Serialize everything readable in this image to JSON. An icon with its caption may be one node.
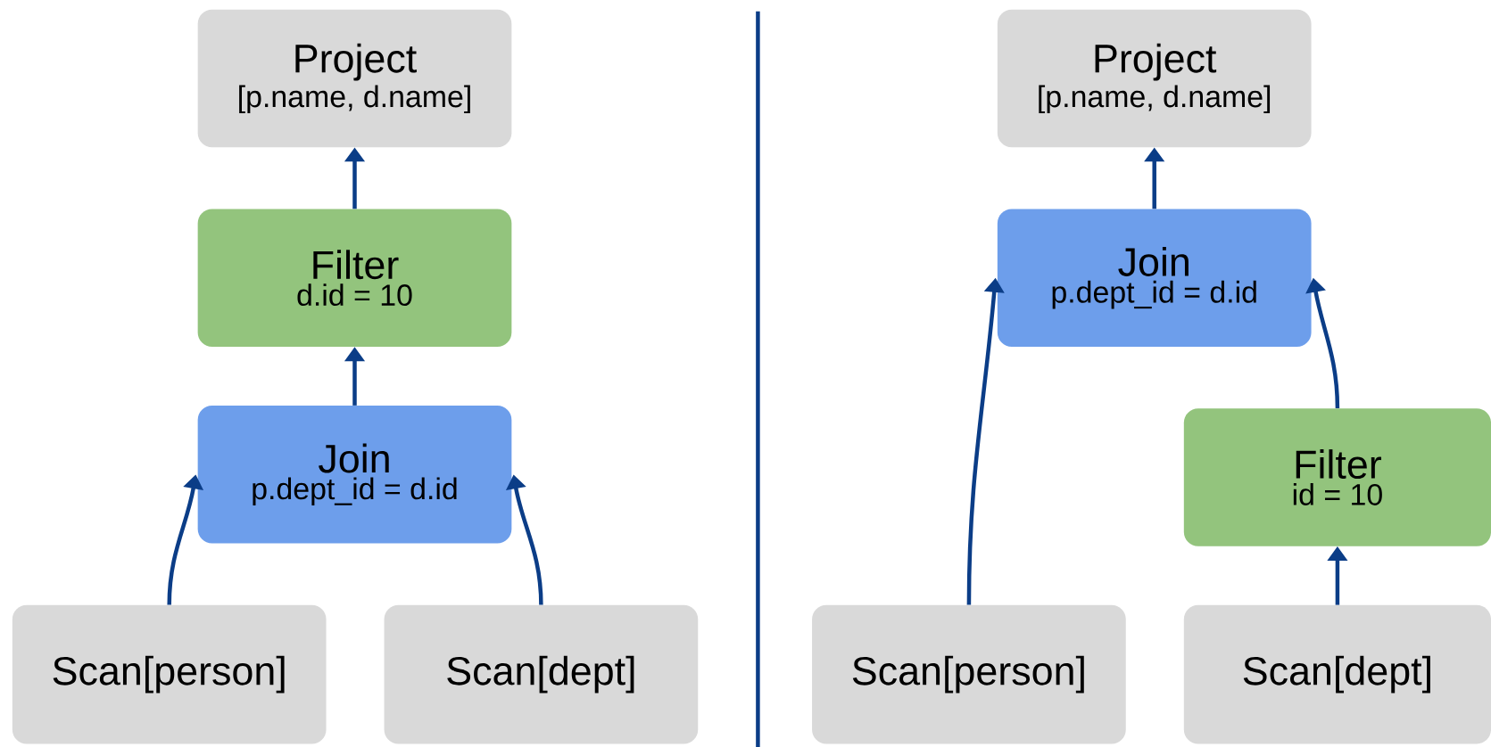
{
  "diagram": {
    "nodes": [
      {
        "text": [
          "Project",
          "[p.name, d.name]"
        ]
      },
      {
        "text": [
          "Filter",
          "d.id = 10"
        ]
      },
      {
        "text": [
          "Join",
          "p.dept_id = d.id"
        ]
      },
      {
        "text": [
          "Scan[person]"
        ]
      },
      {
        "text": [
          "Scan[dept]"
        ]
      },
      {
        "text": [
          "Project",
          "[p.name, d.name]"
        ]
      },
      {
        "text": [
          "Join",
          "p.dept_id = d.id"
        ]
      },
      {
        "text": [
          "Scan[person]"
        ]
      },
      {
        "text": [
          "Filter",
          "id = 10"
        ]
      },
      {
        "text": [
          "Scan[dept]"
        ]
      }
    ],
    "edges": [
      {
        "from": 1,
        "to": 0,
        "arrow": "to"
      },
      {
        "from": 2,
        "to": 1,
        "arrow": "to"
      },
      {
        "from": 3,
        "to": 2,
        "arrow": "to"
      },
      {
        "from": 4,
        "to": 2,
        "arrow": "to"
      },
      {
        "from": 6,
        "to": 5,
        "arrow": "to"
      },
      {
        "from": 7,
        "to": 6,
        "arrow": "to"
      },
      {
        "from": 8,
        "to": 6,
        "arrow": "to"
      },
      {
        "from": 9,
        "to": 8,
        "arrow": "to"
      }
    ]
  }
}
